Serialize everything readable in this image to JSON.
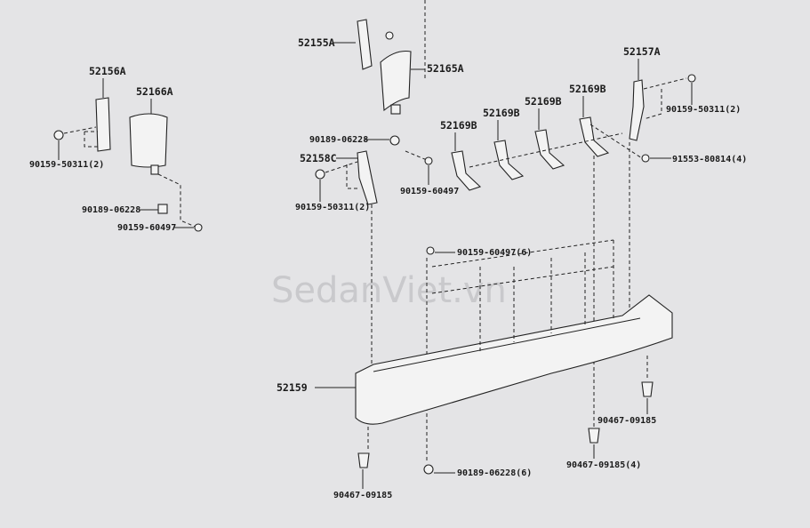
{
  "watermark": "SedanViet.vn",
  "labels": [
    "52156A",
    "52166A",
    "90159-50311(2)",
    "90189-06228",
    "90159-60497",
    "52155A",
    "52165A",
    "52157A",
    "90159-50311(2)",
    "91553-80814(4)",
    "52169B",
    "52169B",
    "52169B",
    "52169B",
    "90189-06228",
    "52158C",
    "90159-50311(2)",
    "90159-60497",
    "90159-60497(6)",
    "52159",
    "90467-09185",
    "90467-09185(4)",
    "90189-06228(6)",
    "90467-09185"
  ]
}
